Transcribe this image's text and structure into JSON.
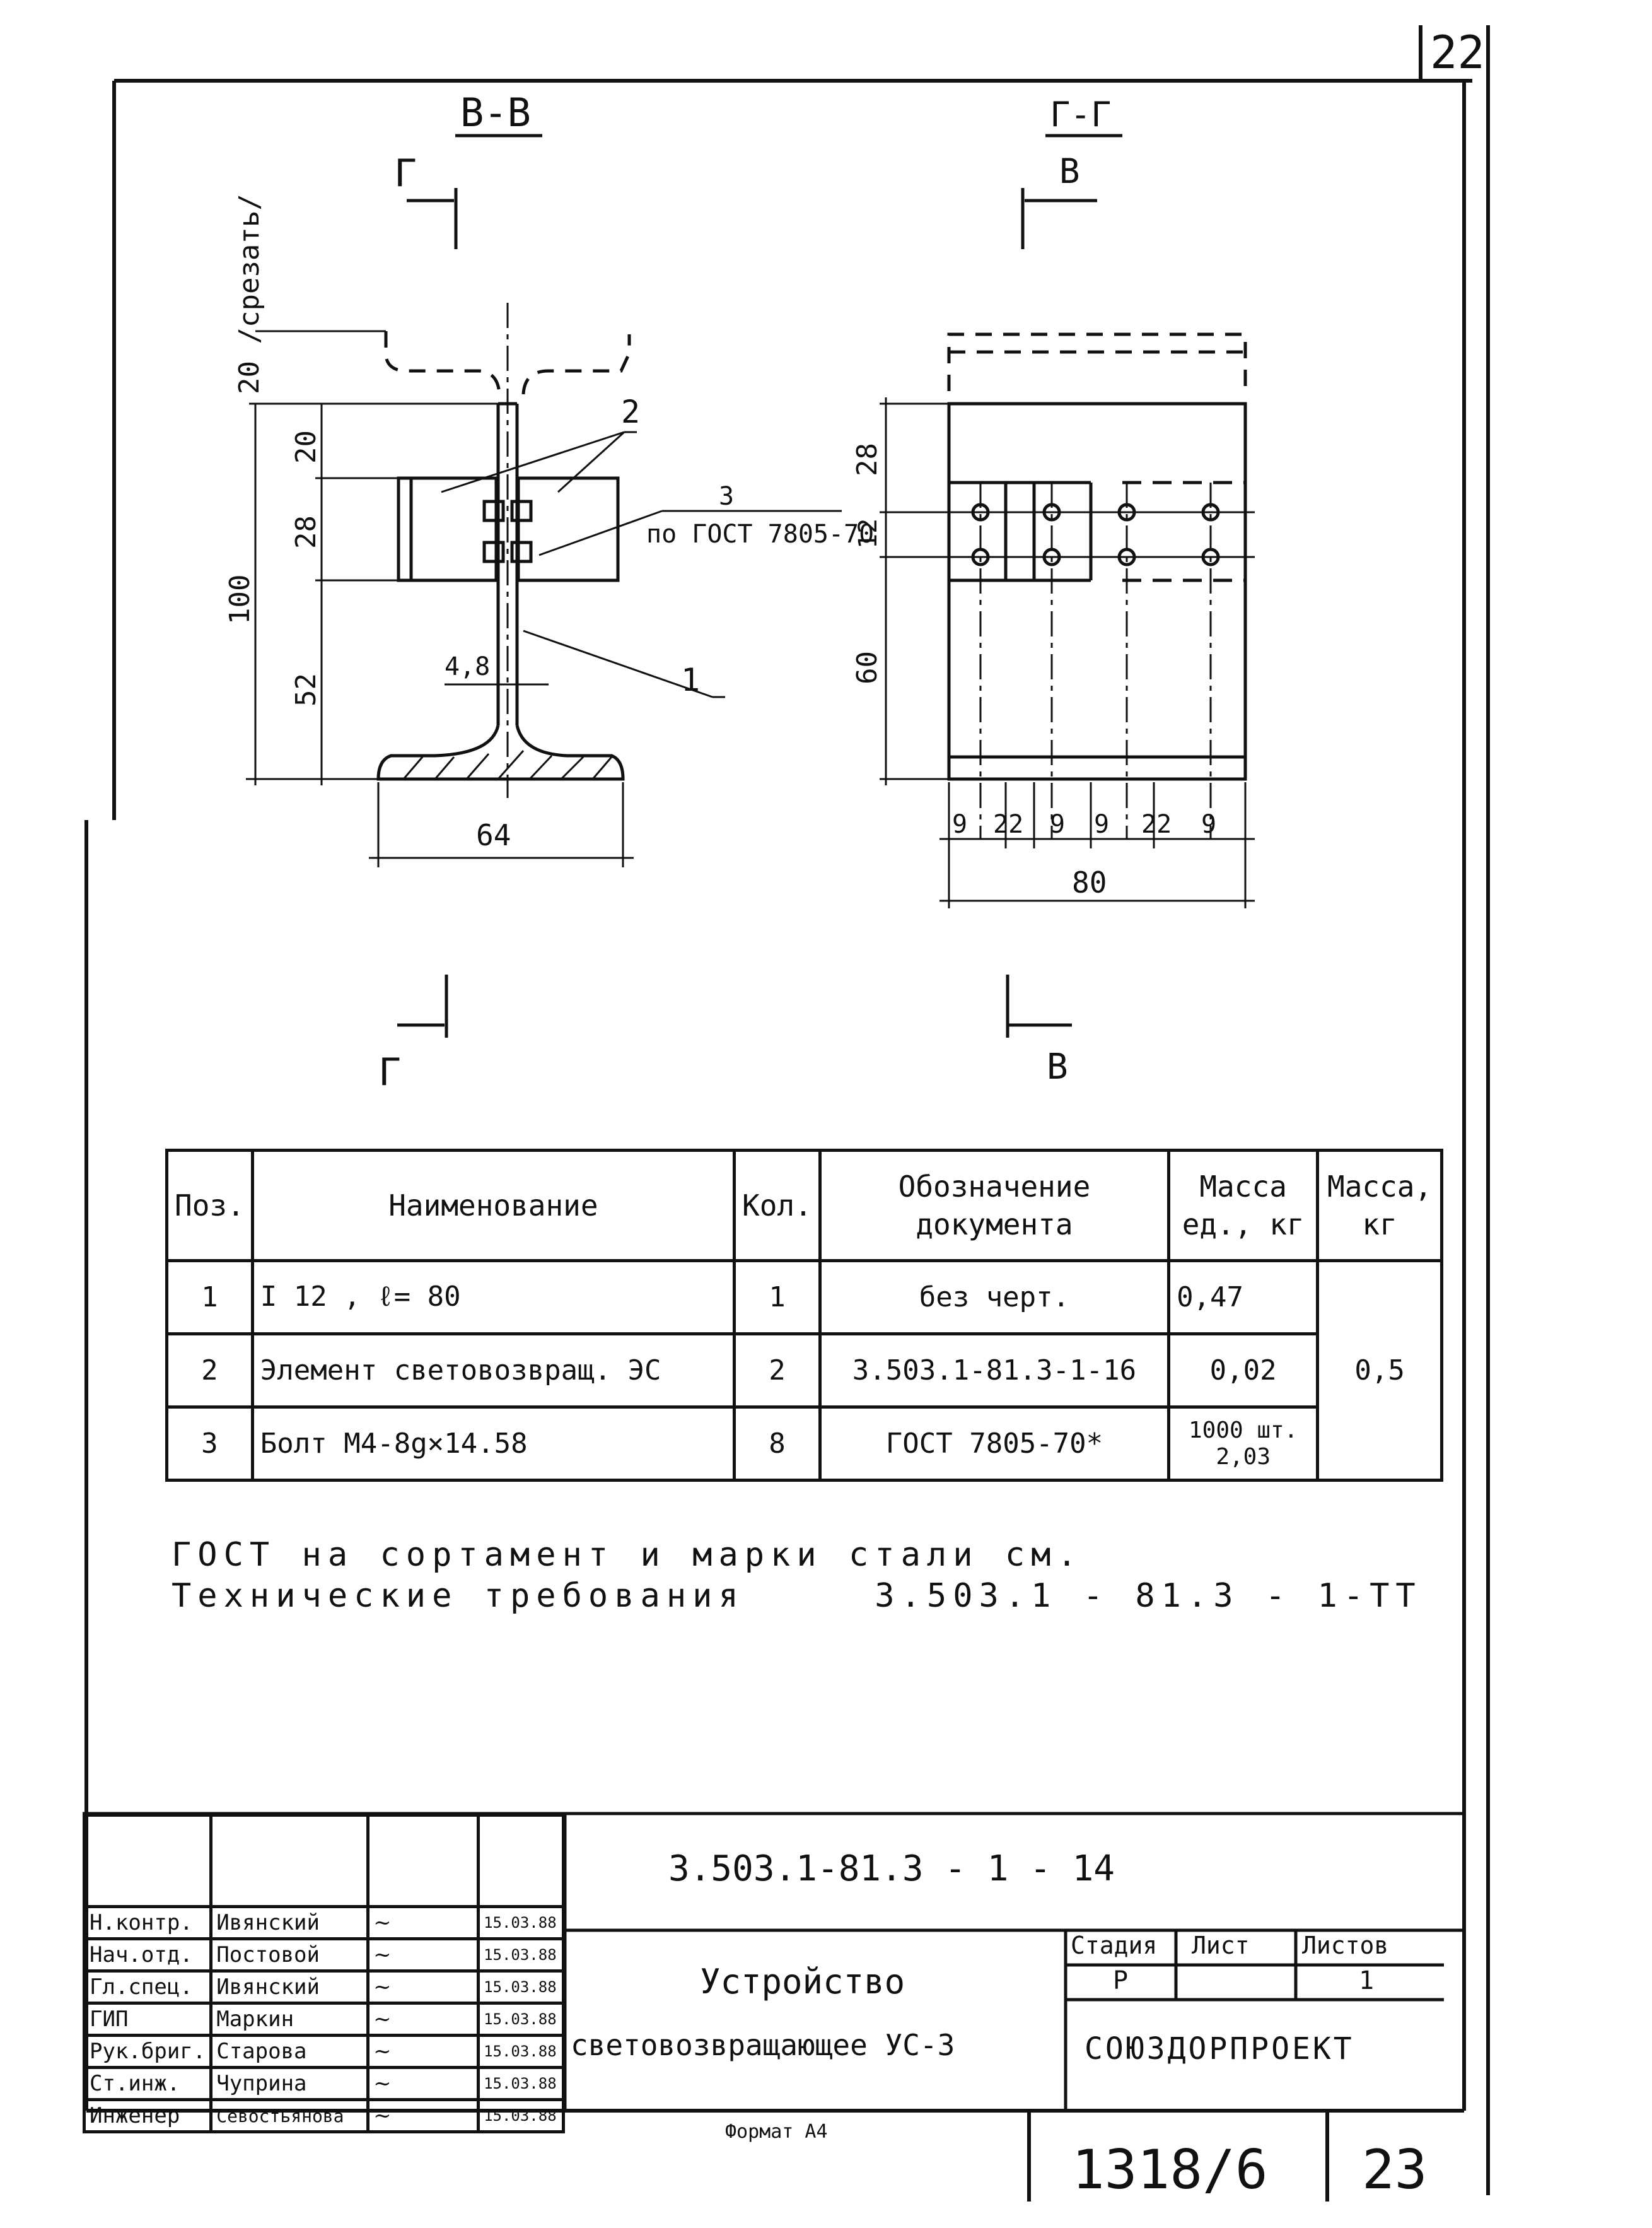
{
  "sheet_number_top": "22",
  "views": {
    "section_vv": {
      "title": "В-В",
      "arrow_top": "Г",
      "arrow_bottom": "Г"
    },
    "section_gg": {
      "title": "Г-Г",
      "arrow_top": "В",
      "arrow_bottom": "В"
    }
  },
  "dims_left": {
    "cut_note": "20 /срезать/",
    "d20": "20",
    "d28": "28",
    "d100": "100",
    "d52": "52",
    "d48": "4,8",
    "d64": "64"
  },
  "callouts": {
    "c1": "1",
    "c2": "2",
    "c3": "3",
    "c3_ref": "по ГОСТ 7805-70"
  },
  "dims_right": {
    "d28": "28",
    "d12": "12",
    "d60": "60",
    "bottom": [
      "9",
      "22",
      "9",
      "9",
      "22",
      "9"
    ],
    "d80": "80"
  },
  "spec_table": {
    "headers": {
      "pos": "Поз.",
      "name": "Наименование",
      "qty": "Кол.",
      "doc_line1": "Обозначение",
      "doc_line2": "документа",
      "mass_unit_line1": "Масса",
      "mass_unit_line2": "ед., кг",
      "mass_line1": "Масса,",
      "mass_line2": "кг"
    },
    "rows": [
      {
        "pos": "1",
        "name": "I   12 , ℓ= 80",
        "qty": "1",
        "doc": "без черт.",
        "mass_unit": "0,47"
      },
      {
        "pos": "2",
        "name": "Элемент световозвращ. ЭС",
        "qty": "2",
        "doc": "3.503.1-81.3-1-16",
        "mass_unit": "0,02"
      },
      {
        "pos": "3",
        "name": "Болт  М4-8g×14.58",
        "qty": "8",
        "doc": "ГОСТ 7805-70*",
        "mass_unit_line1": "1000 шт.",
        "mass_unit_line2": "2,03"
      }
    ],
    "total_mass": "0,5"
  },
  "note_line1": "ГОСТ на сортамент и марки стали см.",
  "note_line2": "Технические требования     3.503.1 - 81.3 - 1-ТТ",
  "stamp_rows": [
    {
      "role": "Н.контр.",
      "name": "Ивянский",
      "date": "15.03.88"
    },
    {
      "role": "Нач.отд.",
      "name": "Постовой",
      "date": "15.03.88"
    },
    {
      "role": "Гл.спец.",
      "name": "Ивянский",
      "date": "15.03.88"
    },
    {
      "role": "ГИП",
      "name": "Маркин",
      "date": "15.03.88"
    },
    {
      "role": "Рук.бриг.",
      "name": "Старова",
      "date": "15.03.88"
    },
    {
      "role": "Ст.инж.",
      "name": "Чуприна",
      "date": "15.03.88"
    },
    {
      "role": "Инженер",
      "name": "Севостьянова",
      "date": "15.03.88"
    }
  ],
  "title_block": {
    "code": "3.503.1-81.3 - 1 - 14",
    "name_line1": "Устройство",
    "name_line2": "световозвращающее УС-3",
    "stage_label": "Стадия",
    "sheet_label": "Лист",
    "sheets_label": "Листов",
    "stage_value": "Р",
    "sheet_value": "",
    "sheets_value": "1",
    "org": "СОЮЗДОРПРОЕКТ"
  },
  "format": "Формат А4",
  "archive_number": "1318/6",
  "page_number": "23"
}
